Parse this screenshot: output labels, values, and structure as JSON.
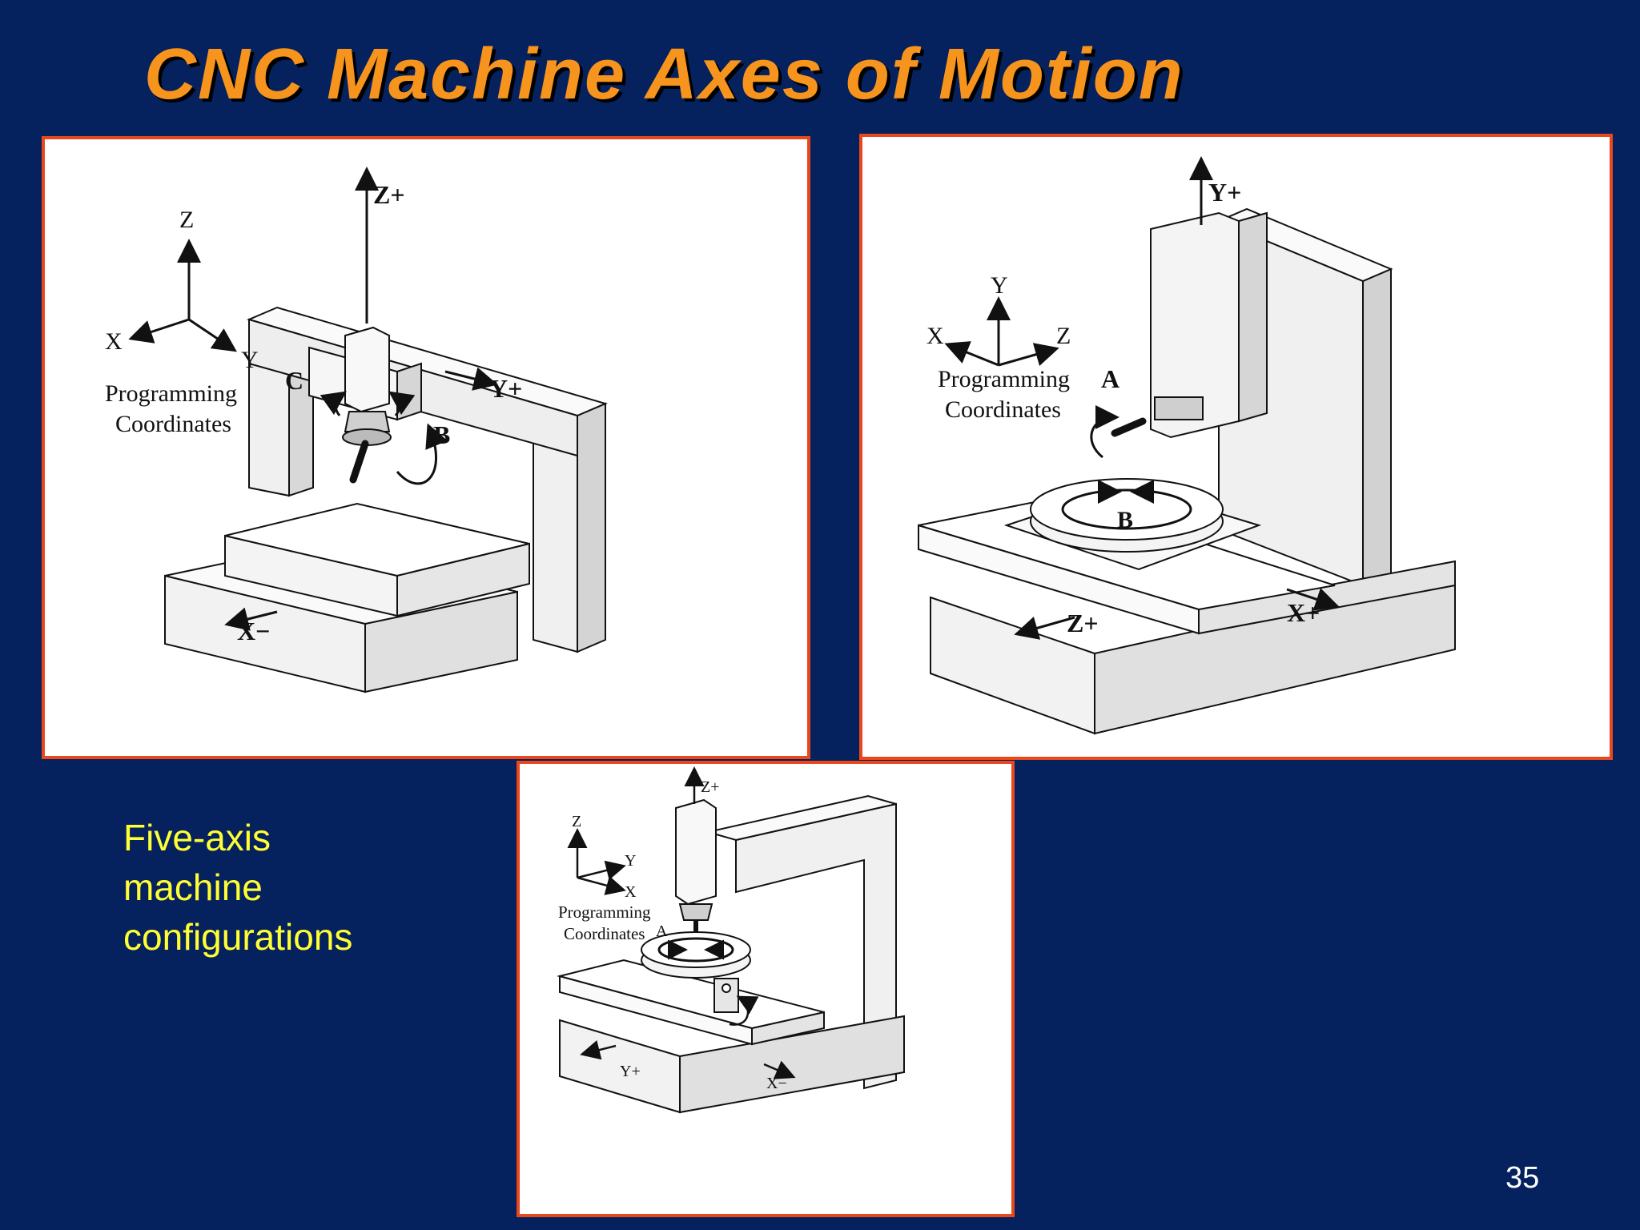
{
  "slide": {
    "title": "CNC Machine Axes of Motion",
    "caption_lines": [
      "Five-axis",
      "machine",
      "configurations"
    ],
    "page_number": "35"
  },
  "colors": {
    "background": "#05215e",
    "title": "#f7941d",
    "caption": "#ffff33",
    "panel_border": "#e8481c"
  },
  "panel_a": {
    "coord_labels": {
      "z": "Z",
      "x": "X",
      "y": "Y"
    },
    "coord_caption": [
      "Programming",
      "Coordinates"
    ],
    "axis_labels": {
      "z_plus": "Z+",
      "y_plus": "Y+",
      "x_minus": "X−",
      "b": "B",
      "c": "C"
    }
  },
  "panel_b": {
    "coord_labels": {
      "y": "Y",
      "x": "X",
      "z": "Z"
    },
    "coord_caption": [
      "Programming",
      "Coordinates"
    ],
    "axis_labels": {
      "y_plus": "Y+",
      "a": "A",
      "b": "B",
      "z_plus": "Z+",
      "x_plus": "X+"
    }
  },
  "panel_c": {
    "coord_labels": {
      "z": "Z",
      "y": "Y",
      "x": "X"
    },
    "coord_caption": [
      "Programming",
      "Coordinates"
    ],
    "axis_labels": {
      "z_plus": "Z+",
      "a": "A",
      "y_plus": "Y+",
      "x_minus": "X−"
    }
  }
}
